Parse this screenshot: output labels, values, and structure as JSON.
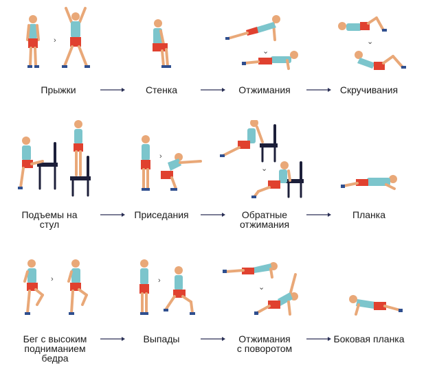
{
  "palette": {
    "skin": "#e9a878",
    "shirt": "#7cc5cc",
    "shorts": "#e0412f",
    "shoe": "#2f4f8f",
    "hair": "#2b2b2b",
    "chair": "#1c1f3a",
    "arrow": "#2a2f55"
  },
  "exercises": [
    {
      "row": 0,
      "label": [
        "Прыжки"
      ]
    },
    {
      "row": 0,
      "label": [
        "Стенка"
      ]
    },
    {
      "row": 0,
      "label": [
        "Отжимания"
      ]
    },
    {
      "row": 0,
      "label": [
        "Скручивания"
      ]
    },
    {
      "row": 1,
      "label": [
        "Подъемы на",
        "стул"
      ]
    },
    {
      "row": 1,
      "label": [
        "Приседания"
      ]
    },
    {
      "row": 1,
      "label": [
        "Обратные",
        "отжимания"
      ]
    },
    {
      "row": 1,
      "label": [
        "Планка"
      ]
    },
    {
      "row": 2,
      "label": [
        "Бег с высоким",
        "подниманием",
        "бедра"
      ]
    },
    {
      "row": 2,
      "label": [
        "Выпады"
      ]
    },
    {
      "row": 2,
      "label": [
        "Отжимания",
        "с поворотом"
      ]
    },
    {
      "row": 2,
      "label": [
        "Боковая планка"
      ]
    }
  ]
}
